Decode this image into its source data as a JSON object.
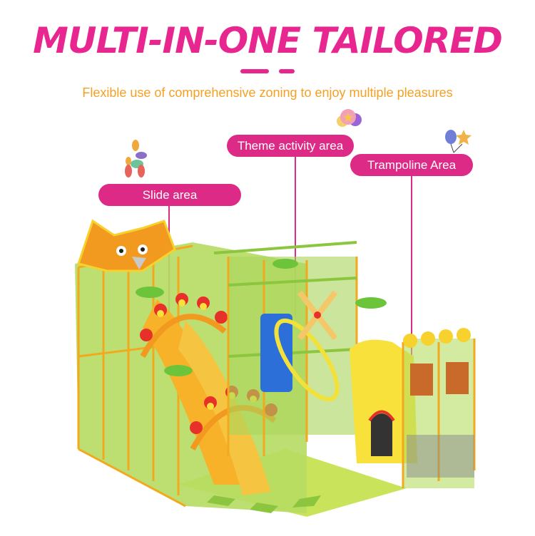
{
  "header": {
    "title": "MULTI-IN-ONE TAILORED",
    "subtitle": "Flexible use of comprehensive zoning to enjoy multiple pleasures"
  },
  "labels": [
    {
      "text": "Slide area",
      "decoration": "balloon-dog-icon"
    },
    {
      "text": "Theme activity area",
      "decoration": "balloons-icon"
    },
    {
      "text": "Trampoline Area",
      "decoration": "balloons-star-icon"
    }
  ],
  "colors": {
    "title": "#e8268f",
    "subtitle": "#f5a023",
    "pill": "#dd2a86",
    "playground_green": "#8cc63f",
    "playground_orange": "#f7a823"
  },
  "image": {
    "description": "Indoor soft playground with slides, tube, windmill and trampoline area"
  }
}
